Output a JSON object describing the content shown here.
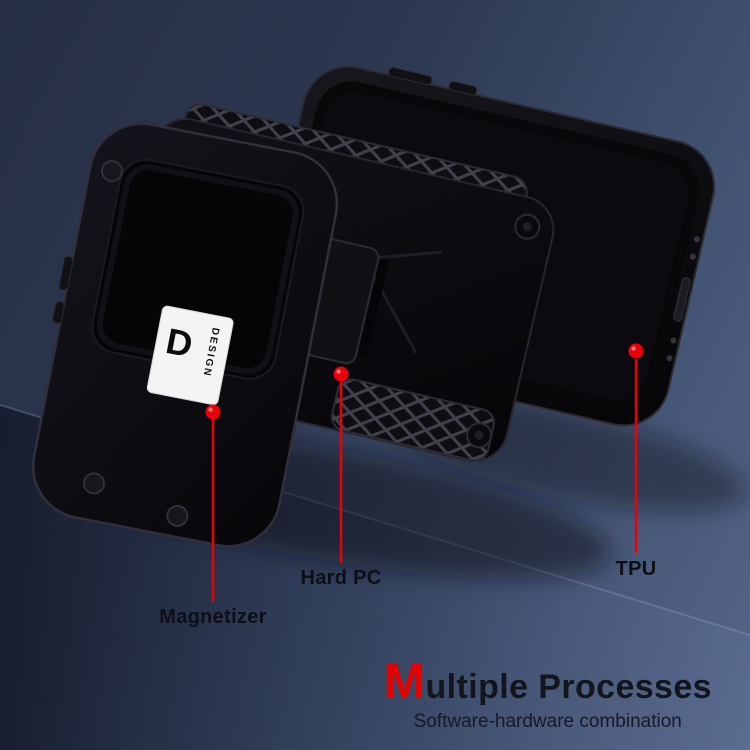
{
  "product": {
    "logo": {
      "letter": "D",
      "brand": "DESIGN"
    }
  },
  "callouts": [
    {
      "id": "magnetizer",
      "label": "Magnetizer"
    },
    {
      "id": "hard-pc",
      "label": "Hard PC"
    },
    {
      "id": "tpu",
      "label": "TPU"
    }
  ],
  "caption": {
    "title_first_letter": "M",
    "title_rest": "ultiple Processes",
    "subtitle": "Software-hardware combination"
  },
  "colors": {
    "accent_red": "#e8000a",
    "title_black": "#12151c",
    "case_black": "#0a0a0d",
    "background_top": "#262f43",
    "background_bottom": "#566789"
  }
}
